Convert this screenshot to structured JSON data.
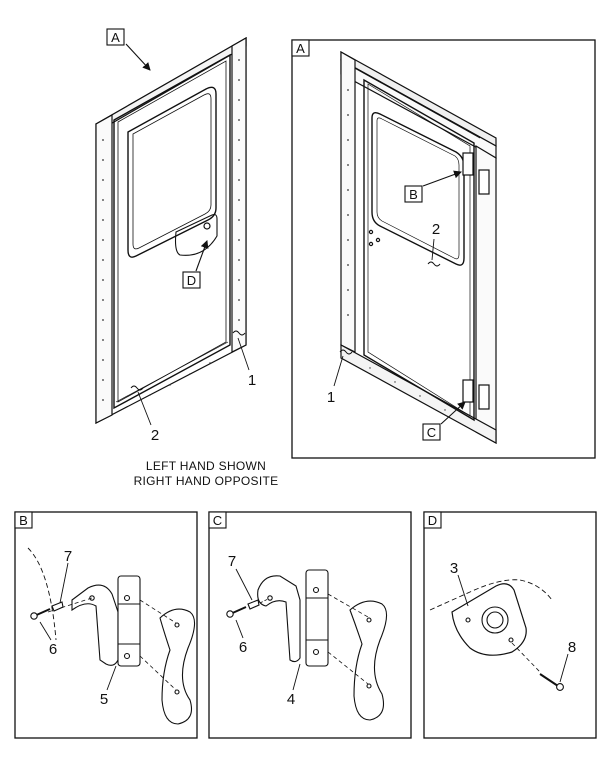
{
  "caption": {
    "line1": "LEFT HAND SHOWN",
    "line2": "RIGHT HAND OPPOSITE"
  },
  "view_letters": {
    "a_callout": "A",
    "a_panel": "A",
    "b_callout": "B",
    "b_panel": "B",
    "c_callout": "C",
    "c_panel": "C",
    "d_callout": "D",
    "d_panel": "D"
  },
  "item_numbers": {
    "left_seal_1": "1",
    "left_seal_2": "2",
    "right_seal_1": "1",
    "right_seal_2": "2",
    "d_plate": "3",
    "c_hinge": "4",
    "b_hinge": "5",
    "b_screw": "6",
    "c_screw": "6",
    "b_washer": "7",
    "c_washer": "7",
    "d_screw": "8"
  }
}
